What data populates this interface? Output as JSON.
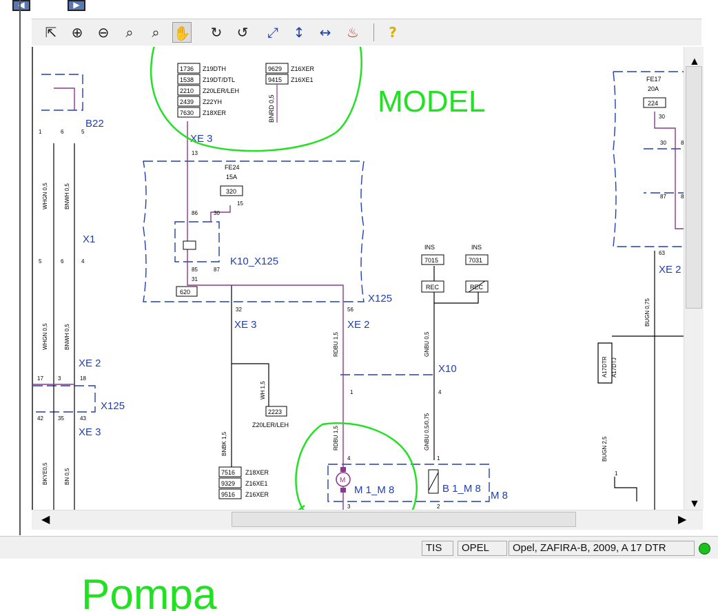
{
  "toolbar": {
    "tools": [
      {
        "icon": "select-arrow-icon",
        "glyph": "⇱"
      },
      {
        "icon": "zoom-in-icon",
        "glyph": "⊕"
      },
      {
        "icon": "zoom-out-icon",
        "glyph": "⊖"
      },
      {
        "icon": "zoom-icon",
        "glyph": "⌕"
      },
      {
        "icon": "zoom-area-icon",
        "glyph": "⌕"
      },
      {
        "icon": "pan-hand-icon",
        "glyph": "✋"
      },
      {
        "icon": "rotate-right-icon",
        "glyph": "↻"
      },
      {
        "icon": "rotate-left-icon",
        "glyph": "↺"
      },
      {
        "icon": "fit-window-icon",
        "glyph": "⤢"
      },
      {
        "icon": "fit-height-icon",
        "glyph": "↕"
      },
      {
        "icon": "fit-width-icon",
        "glyph": "↔"
      },
      {
        "icon": "highlight-icon",
        "glyph": "♨"
      },
      {
        "icon": "help-icon",
        "glyph": "?"
      }
    ]
  },
  "diagram": {
    "model_table_left": [
      {
        "code": "1736",
        "engine": "Z19DTH"
      },
      {
        "code": "1538",
        "engine": "Z19DT/DTL"
      },
      {
        "code": "2210",
        "engine": "Z20LER/LEH"
      },
      {
        "code": "2439",
        "engine": "Z22YH"
      },
      {
        "code": "7630",
        "engine": "Z18XER"
      }
    ],
    "model_table_right": [
      {
        "code": "9629",
        "engine": "Z16XER"
      },
      {
        "code": "9415",
        "engine": "Z16XE1"
      }
    ],
    "model_wire": "BNRD 0,5",
    "bottom_table": [
      {
        "code": "7516",
        "engine": "Z18XER"
      },
      {
        "code": "9329",
        "engine": "Z16XE1"
      },
      {
        "code": "9516",
        "engine": "Z16XER"
      }
    ],
    "fuse_fe24_label": "FE24",
    "fuse_fe24_amp": "15A",
    "fuse_fe24_box": "320",
    "fuse_fe17_label": "FE17",
    "fuse_fe17_amp": "20A",
    "fuse_fe17_box": "224",
    "relay_label": "K10_X125",
    "box_620": "620",
    "box_7015": "7015",
    "box_7031": "7031",
    "ins_label": "INS",
    "rec_label": "REC",
    "box_2223": "2223",
    "label_2223_engine": "Z20LER/LEH",
    "conn_b22": "B22",
    "conn_x1": "X1",
    "conn_xe2": "XE 2",
    "conn_xe3": "XE 3",
    "conn_x125": "X125",
    "conn_x10": "X10",
    "conn_m8": "M 8",
    "motor_label": "M 1_M 8",
    "sensor_label": "B 1_M 8",
    "motor_letter": "M",
    "block_a17dtr": "A17DTR",
    "block_a17dtj": "A17DTJ",
    "wires": {
      "whgn": "WHGN 0,5",
      "bnwh": "BNWH 0,5",
      "bkye": "BKYE0,5",
      "bn": "BN 0,5",
      "bnbk": "BNBK 1,5",
      "wh": "WH 1,5",
      "rdbu": "RDBU 1,5",
      "rdbu2": "RDBU 1,5",
      "gnbu": "GNBU 0,5",
      "gnbu2": "GNBU 0,5/0,75",
      "bugn": "BUGN 0,75",
      "bugn2": "BUGN 2,5"
    },
    "pins": {
      "b22": [
        "1",
        "6",
        "5"
      ],
      "x1": [
        "5",
        "6",
        "4"
      ],
      "xe2_left": [
        "17",
        "3",
        "18"
      ],
      "xe3_left": [
        "42",
        "35",
        "43"
      ],
      "relay": [
        "86",
        "30",
        "85",
        "87",
        "31"
      ],
      "fuse15": "15",
      "xe3_top": "13",
      "xe3_mid": "32",
      "xe2_mid": "56",
      "x10_left": "1",
      "x10_right": "4",
      "motor_top": "4",
      "motor_bot": "3",
      "sensor_top": "1",
      "sensor_bot": "2",
      "fe17_30": "30",
      "right_30": "30",
      "right_87": "87",
      "right_8a": "8",
      "right_8b": "8",
      "xe2_right": "63",
      "right_1": "1"
    }
  },
  "annotations": {
    "model_note": "MODEL",
    "pump_note": "Pompa"
  },
  "statusbar": {
    "source": "TIS",
    "brand": "OPEL",
    "vehicle": "Opel, ZAFIRA-B, 2009, A 17 DTR"
  },
  "colors": {
    "wire_purple": "#8a3a8a",
    "dash_blue": "#1f3fae",
    "annotation_green": "#22e022",
    "status_led": "#1cc21c"
  }
}
